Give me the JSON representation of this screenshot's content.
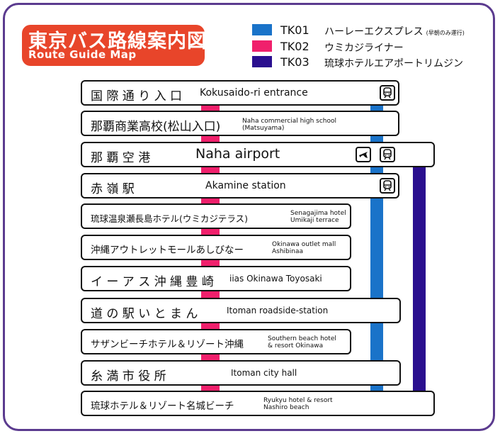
{
  "title": {
    "jp": "東京バス路線案内図",
    "en": "Route Guide Map"
  },
  "colors": {
    "title_bg": "#e8452a",
    "frame": "#5b3b8f"
  },
  "legend": [
    {
      "code": "TK01",
      "name": "ハーレーエクスプレス",
      "note": "(早朝のみ運行)",
      "color": "#1a73c9"
    },
    {
      "code": "TK02",
      "name": "ウミカジライナー",
      "note": "",
      "color": "#f0206c"
    },
    {
      "code": "TK03",
      "name": "琉球ホテルエアポートリムジン",
      "note": "",
      "color": "#2a0f8f"
    }
  ],
  "stops": [
    {
      "ja": "国 際 通 り 入 口",
      "en": "Kokusaido-ri entrance",
      "icons": [
        "train-icon"
      ]
    },
    {
      "ja": "那覇商業高校(松山入口)",
      "en": "Naha commercial high school\n(Matsuyama)",
      "icons": []
    },
    {
      "ja": "那 覇 空 港",
      "en": "Naha airport",
      "icons": [
        "airplane-icon",
        "train-icon"
      ]
    },
    {
      "ja": "赤 嶺 駅",
      "en": "Akamine station",
      "icons": [
        "train-icon"
      ]
    },
    {
      "ja": "琉球温泉瀬長島ホテル(ウミカジテラス)",
      "en": "Senagajima hotel\nUmikaji terrace",
      "icons": []
    },
    {
      "ja": "沖縄アウトレットモールあしびなー",
      "en": "Okinawa outlet mall\nAshibinaa",
      "icons": []
    },
    {
      "ja": "イ ー ア ス 沖 縄 豊 崎",
      "en": "iias Okinawa Toyosaki",
      "icons": []
    },
    {
      "ja": "道 の 駅 い と ま ん",
      "en": "Itoman roadside-station",
      "icons": []
    },
    {
      "ja": "サザンビーチホテル＆リゾート沖縄",
      "en": "Southern beach hotel\n& resort Okinawa",
      "icons": []
    },
    {
      "ja": "糸 満 市 役 所",
      "en": "Itoman city hall",
      "icons": []
    },
    {
      "ja": "琉球ホテル＆リゾート名城ビーチ",
      "en": "Ryukyu hotel & resort\nNashiro beach",
      "icons": []
    }
  ]
}
